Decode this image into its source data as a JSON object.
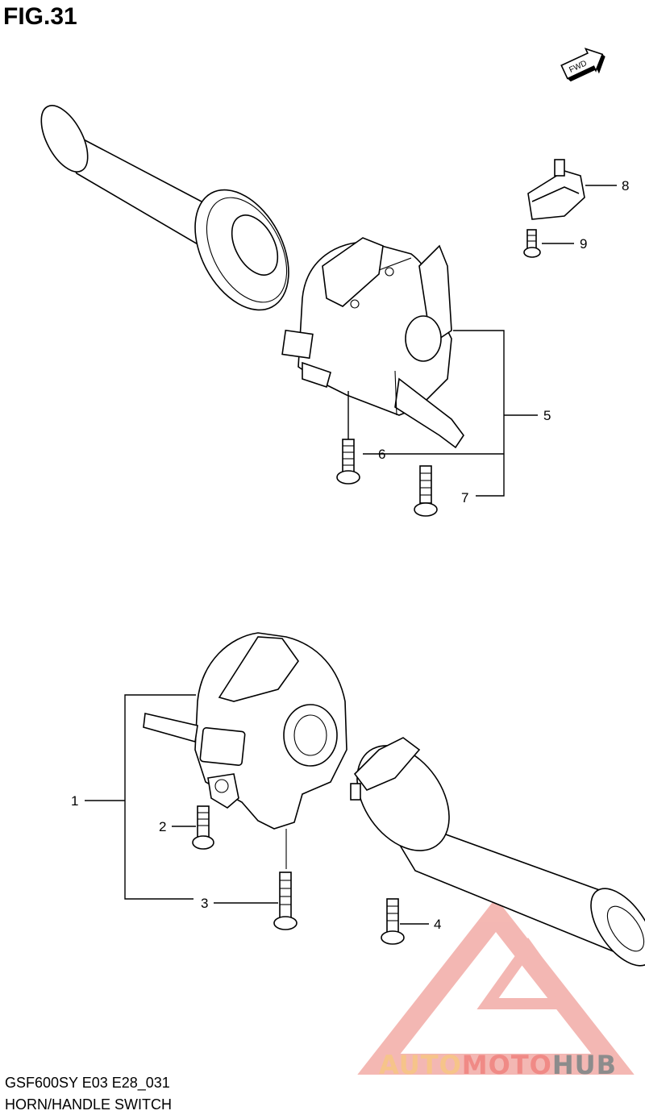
{
  "figure": {
    "title": "FIG.31"
  },
  "direction_indicator": {
    "label": "FWD"
  },
  "callouts": [
    "1",
    "2",
    "3",
    "4",
    "5",
    "6",
    "7",
    "8",
    "9"
  ],
  "caption": {
    "model_code": "GSF600SY E03 E28_031",
    "name": "HORN/HANDLE SWITCH"
  },
  "watermark": {
    "part1": "AUTO",
    "part2": "MOTO",
    "part3": "HUB",
    "colors": {
      "auto": "#f6c48a",
      "moto": "#f08a86",
      "hub": "#8c8c8c",
      "triangle": "#f0a09a"
    }
  }
}
